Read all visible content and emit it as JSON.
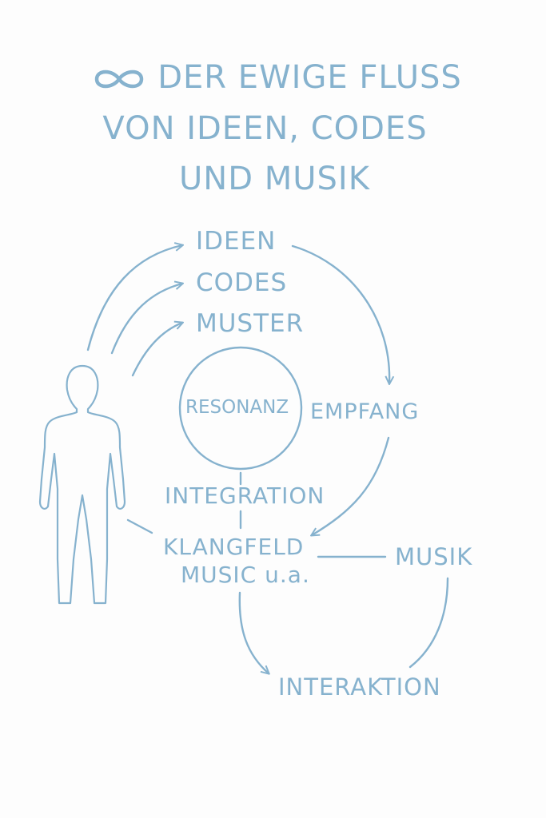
{
  "title": {
    "line1": "DER EWIGE FLUSS",
    "line2": "VON IDEEN, CODES",
    "line3": "UND MUSIK"
  },
  "icons": {
    "title_icon": "infinity-icon",
    "figure_icon": "human-figure-icon"
  },
  "nodes": {
    "ideen": "IDEEN",
    "codes": "CODES",
    "muster": "MUSTER",
    "resonanz": "RESONANZ",
    "empfang": "EMPFANG",
    "integration": "INTEGRATION",
    "klangfeld": "KLANGFELD",
    "music_ua": "MUSIC u.a.",
    "musik": "MUSIK",
    "interaktion": "INTERAKTION"
  },
  "colors": {
    "accent": "#86b2ce",
    "background": "#fdfdfd"
  }
}
